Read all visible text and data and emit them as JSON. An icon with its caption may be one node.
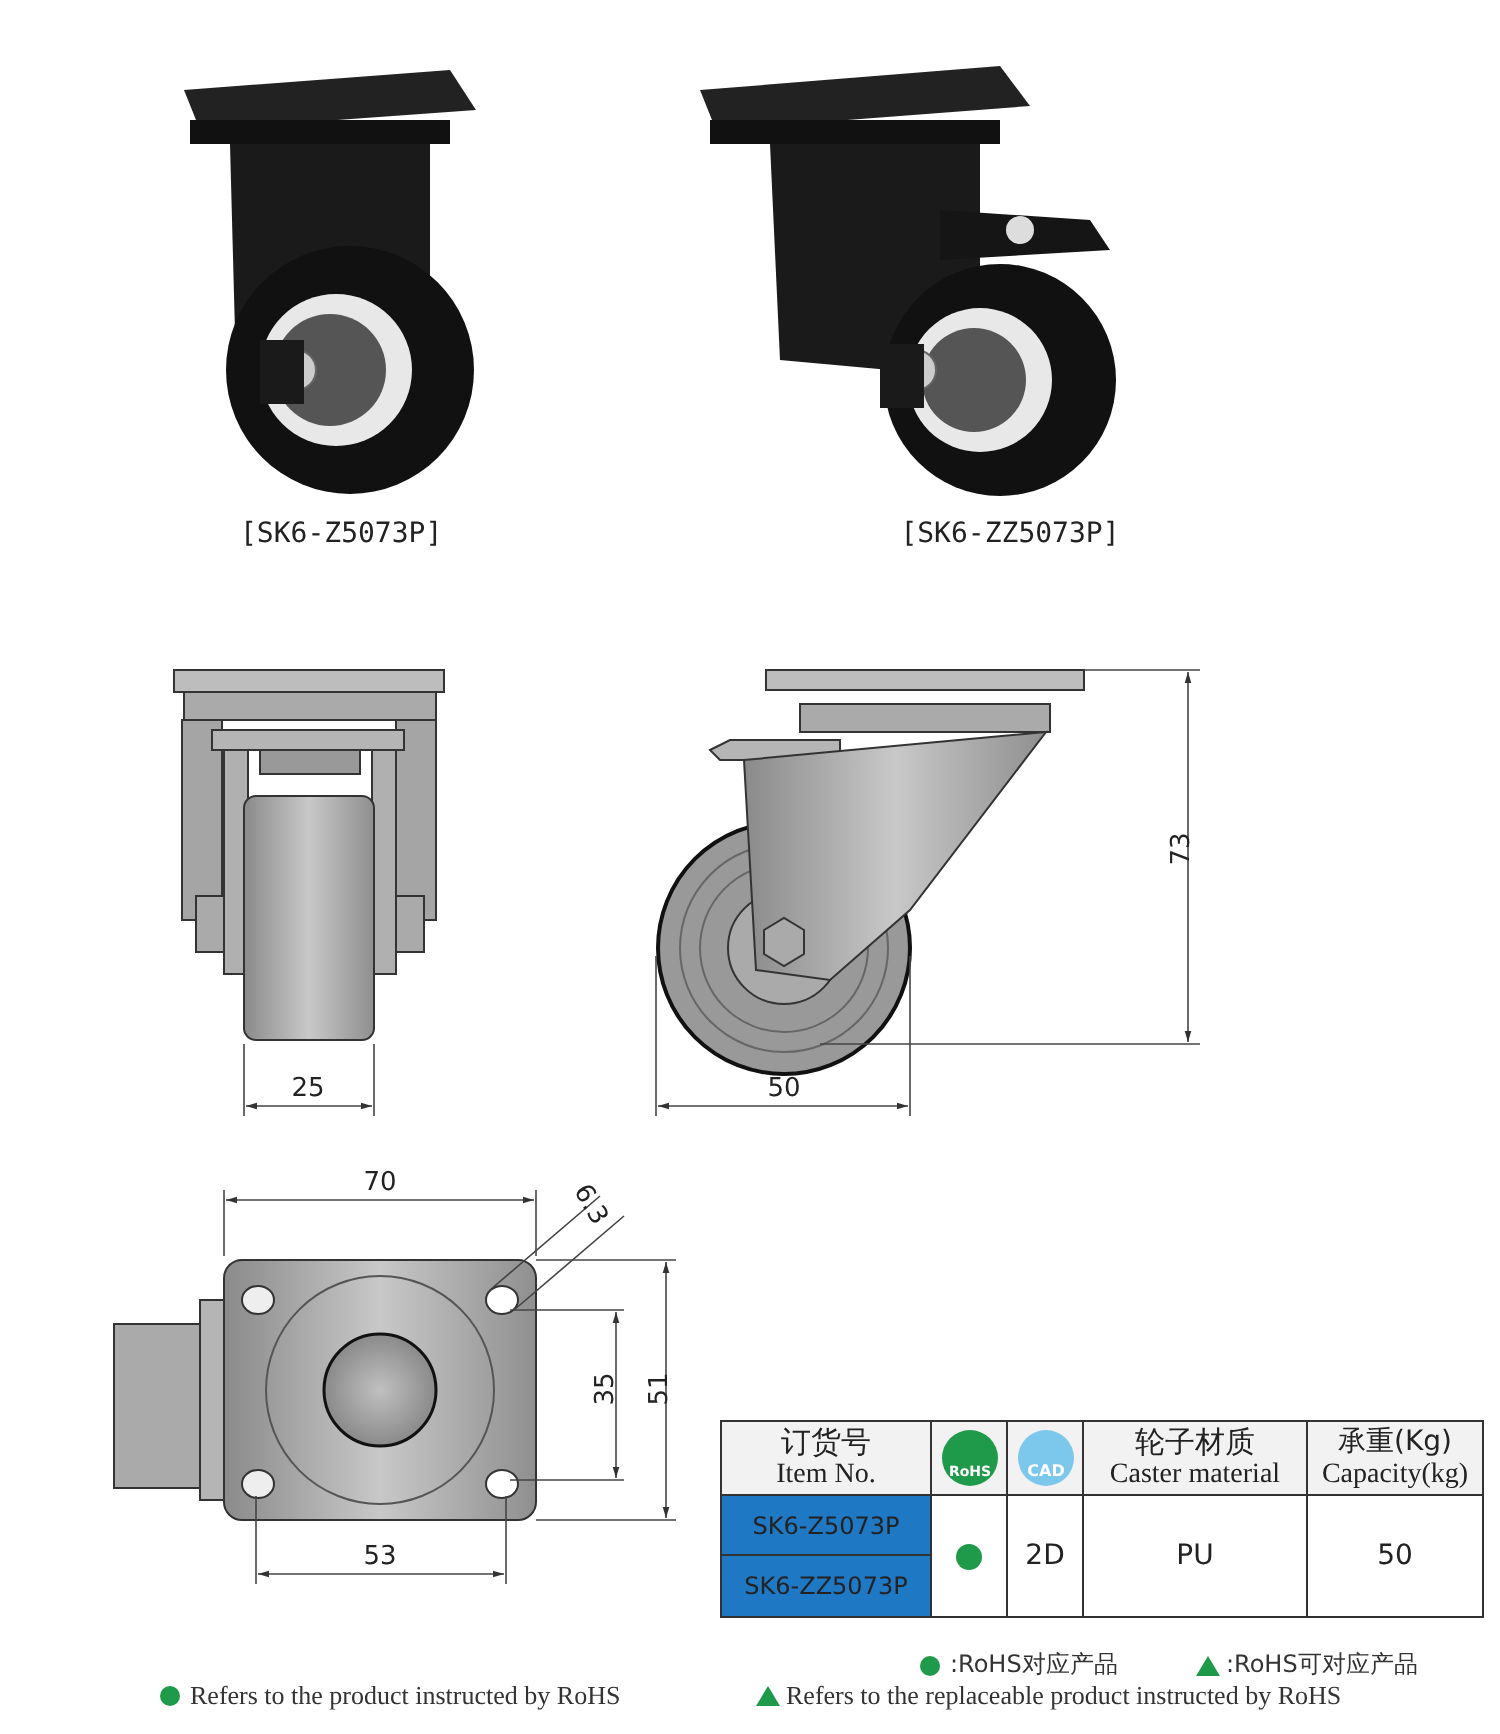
{
  "diagram": {
    "labels": [
      "[SK6-Z5073P]",
      "[SK6-ZZ5073P]",
      "25",
      "50",
      "73",
      "70",
      "6.3",
      "35",
      "51",
      "53",
      "订货号",
      "Item No.",
      "RoHS",
      "CAD",
      "轮子材质",
      "Caster material",
      "承重(Kg)",
      "Capacity(kg)",
      "SK6-Z5073P",
      "2D",
      "PU",
      "50",
      "SK6-ZZ5073P"
    ],
    "legend": [
      {
        "text": ":RoHS对应产品"
      },
      {
        "text": ":RoHS可对应产品"
      },
      {
        "text": "Refers to the product instructed by RoHS"
      },
      {
        "text": "Refers to the replaceable product instructed by RoHS"
      }
    ]
  }
}
